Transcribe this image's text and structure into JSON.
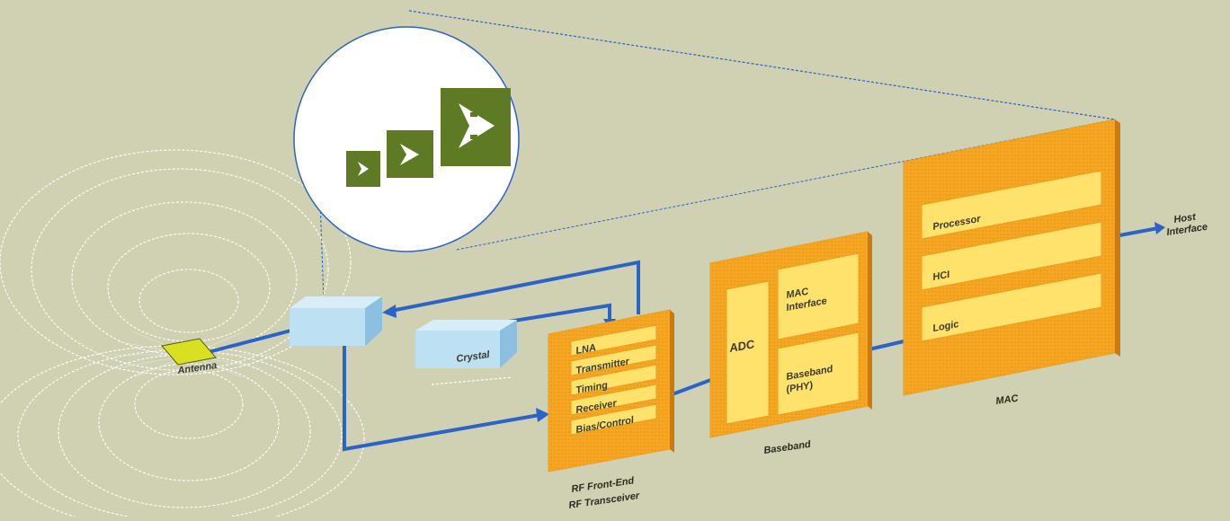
{
  "colors": {
    "background": "#cfd1b2",
    "block_orange": "#f5a623",
    "block_yellow": "#ffe26b",
    "bus_blue": "#2b63c7",
    "chip_blue": "#bde0f2",
    "logo_green": "#5f7a25",
    "field_lines": "#ffffff"
  },
  "antenna": {
    "label": "Antenna"
  },
  "crystal": {
    "label": "Crystal"
  },
  "rf_frontend": {
    "rows": [
      "LNA",
      "Transmitter",
      "Timing",
      "Receiver",
      "Bias/Control"
    ],
    "caption_line1": "RF Front-End",
    "caption_line2": "RF Transceiver"
  },
  "baseband": {
    "adc": "ADC",
    "mac_interface_line1": "MAC",
    "mac_interface_line2": "Interface",
    "baseband_phy_line1": "Baseband",
    "baseband_phy_line2": "(PHY)",
    "caption": "Baseband"
  },
  "mac": {
    "rows": [
      "Processor",
      "HCI",
      "Logic"
    ],
    "caption": "MAC"
  },
  "host": {
    "line1": "Host",
    "line2": "Interface"
  },
  "logo": {
    "icon": "freescale-logo-icon"
  }
}
